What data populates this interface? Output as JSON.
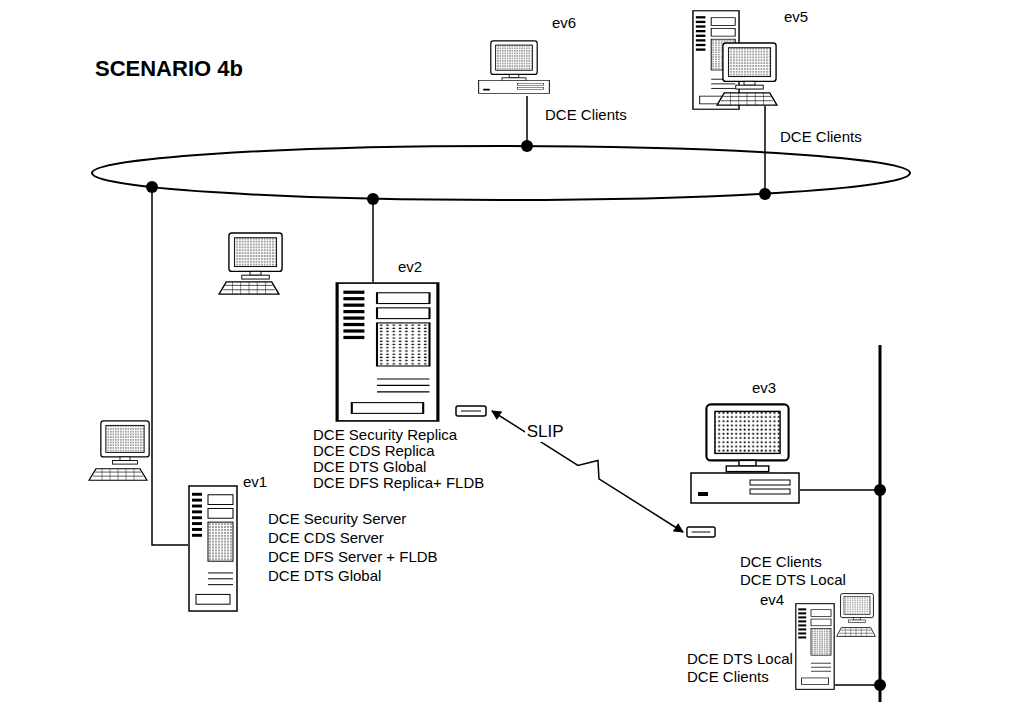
{
  "diagram": {
    "title": "SCENARIO 4b",
    "nodes": [
      {
        "text": [
          "ev6",
          "DCE Clients"
        ]
      },
      {
        "text": [
          "ev5",
          "DCE Clients"
        ]
      },
      {
        "text": [
          "ev2",
          "DCE Security Replica",
          "DCE CDS Replica",
          "DCE DTS Global",
          "DCE DFS Replica+ FLDB"
        ]
      },
      {
        "text": [
          "ev3",
          "DCE Clients",
          "DCE DTS Local"
        ]
      },
      {
        "text": [
          "ev1",
          "DCE Security Server",
          "DCE CDS Server",
          "DCE DFS Server + FLDB",
          "DCE DTS Global"
        ]
      },
      {
        "text": [
          "ev4",
          "DCE DTS Local",
          "DCE Clients"
        ]
      }
    ],
    "edges": [
      {
        "from": 2,
        "to": 3,
        "label": "SLIP",
        "arrow": "both"
      }
    ]
  }
}
